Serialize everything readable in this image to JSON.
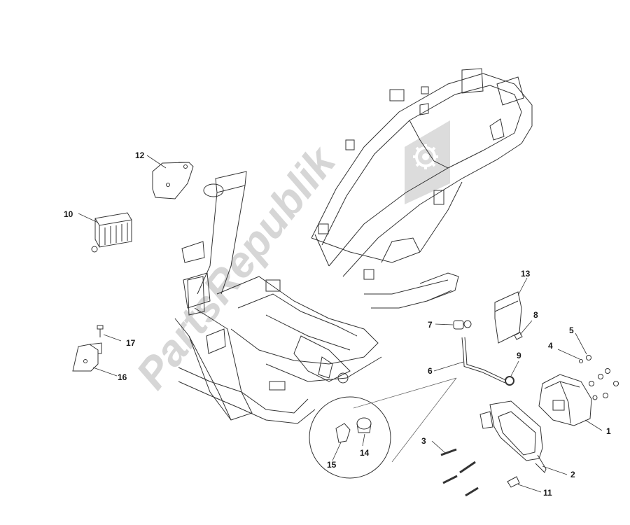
{
  "watermark": {
    "text": "PartsRepublik",
    "gear_icon": "gear-icon"
  },
  "callouts": [
    {
      "id": "c1",
      "text": "1"
    },
    {
      "id": "c2",
      "text": "2"
    },
    {
      "id": "c3",
      "text": "3"
    },
    {
      "id": "c4",
      "text": "4"
    },
    {
      "id": "c5",
      "text": "5"
    },
    {
      "id": "c6",
      "text": "6"
    },
    {
      "id": "c7",
      "text": "7"
    },
    {
      "id": "c8",
      "text": "8"
    },
    {
      "id": "c9",
      "text": "9"
    },
    {
      "id": "c10",
      "text": "10"
    },
    {
      "id": "c11",
      "text": "11"
    },
    {
      "id": "c12",
      "text": "12"
    },
    {
      "id": "c13",
      "text": "13"
    },
    {
      "id": "c14",
      "text": "14"
    },
    {
      "id": "c15",
      "text": "15"
    },
    {
      "id": "c16",
      "text": "16"
    },
    {
      "id": "c17",
      "text": "17"
    }
  ]
}
